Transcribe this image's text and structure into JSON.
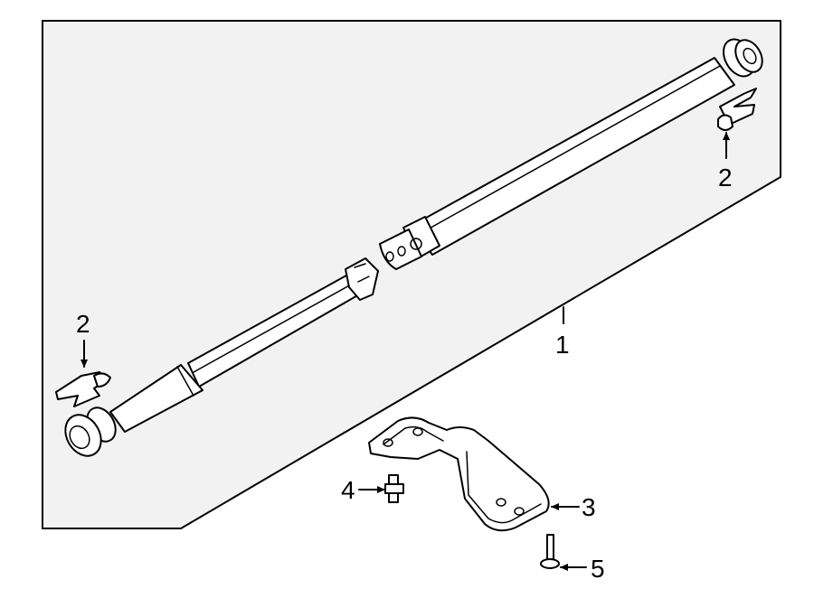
{
  "callouts": {
    "part_1": "1",
    "part_2_left": "2",
    "part_2_right": "2",
    "part_3": "3",
    "part_4": "4",
    "part_5": "5"
  },
  "colors": {
    "panel_fill": "#f2f2f2",
    "line": "#000000",
    "part_fill": "#ffffff"
  }
}
